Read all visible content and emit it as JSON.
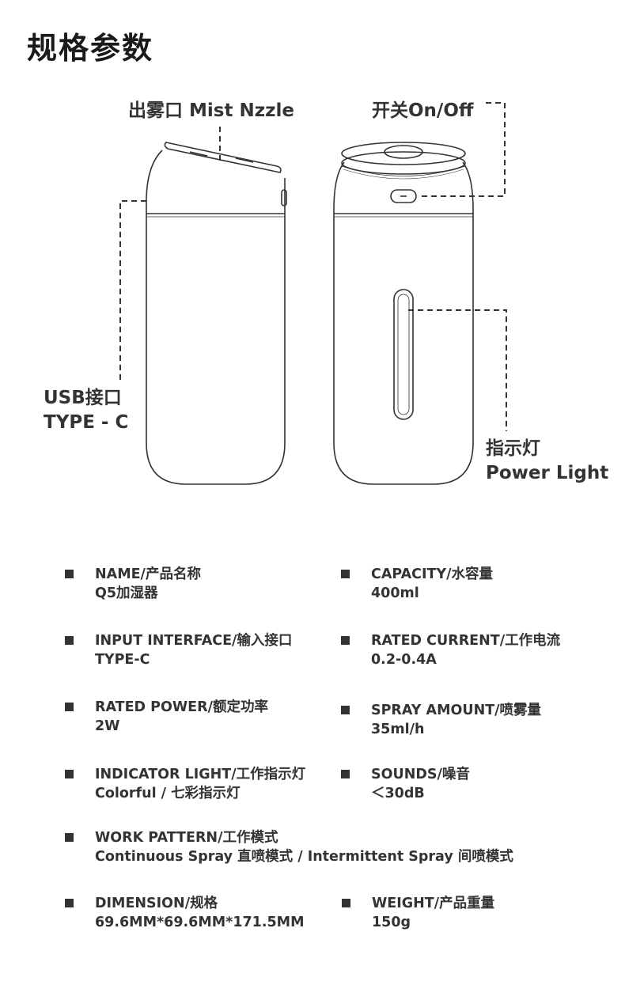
{
  "page_title": "规格参数",
  "callouts": {
    "mist_nozzle": "出雾口  Mist  Nzzle",
    "switch": "开关On/Off",
    "usb_line1": "USB接口",
    "usb_line2": "TYPE - C",
    "light_line1": "指示灯",
    "light_line2": "Power  Light"
  },
  "specs": [
    {
      "label": "NAME/产品名称",
      "value": "Q5加湿器"
    },
    {
      "label": "CAPACITY/水容量",
      "value": "400ml"
    },
    {
      "label": "INPUT  INTERFACE/输入接口",
      "value": "TYPE-C"
    },
    {
      "label": "RATED CURRENT/工作电流",
      "value": "0.2-0.4A"
    },
    {
      "label": "RATED POWER/额定功率",
      "value": "2W"
    },
    {
      "label": "SPRAY  AMOUNT/喷雾量",
      "value": "35ml/h"
    },
    {
      "label": "INDICATOR  LIGHT/工作指示灯",
      "value": "Colorful / 七彩指示灯"
    },
    {
      "label": "SOUNDS/噪音",
      "value": "＜30dB"
    },
    {
      "label": "WORK  PATTERN/工作模式",
      "value": "Continuous  Spray 直喷模式 / Intermittent  Spray  间喷模式"
    },
    {
      "label": "DIMENSION/规格",
      "value": "69.6MM*69.6MM*171.5MM"
    },
    {
      "label": "WEIGHT/产品重量",
      "value": "150g"
    }
  ]
}
